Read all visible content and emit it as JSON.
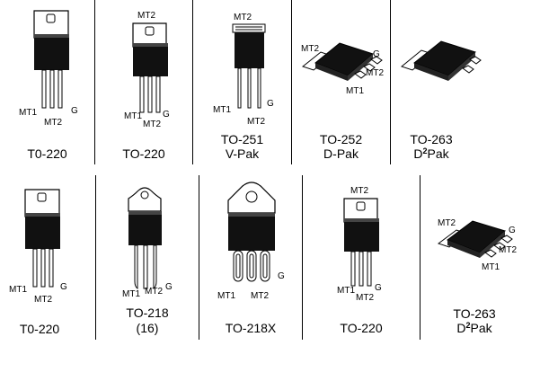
{
  "packages": [
    {
      "id": "p1",
      "name": "T0-220",
      "pins": {
        "mt1": "MT1",
        "mt2": "MT2",
        "g": "G"
      }
    },
    {
      "id": "p2",
      "name": "TO-220",
      "pins": {
        "top": "MT2",
        "mt1": "MT1",
        "mt2": "MT2",
        "g": "G"
      }
    },
    {
      "id": "p3",
      "name": "TO-251",
      "sub": "V-Pak",
      "pins": {
        "top": "MT2",
        "mt1": "MT1",
        "mt2": "MT2",
        "g": "G"
      }
    },
    {
      "id": "p4",
      "name": "TO-252",
      "sub": "D-Pak",
      "pins": {
        "mt2left": "MT2",
        "g": "G",
        "mt2right": "MT2",
        "mt1": "MT1"
      }
    },
    {
      "id": "p5",
      "name": "TO-263",
      "sub_prefix": "D",
      "sub_sup": "2",
      "sub_suffix": "Pak"
    },
    {
      "id": "p6",
      "name": "T0-220",
      "pins": {
        "mt1": "MT1",
        "mt2": "MT2",
        "g": "G"
      }
    },
    {
      "id": "p7",
      "name": "TO-218",
      "sub": "(16)",
      "pins": {
        "mt1": "MT1",
        "mt2": "MT2",
        "g": "G"
      }
    },
    {
      "id": "p8",
      "name": "TO-218X",
      "pins": {
        "mt1": "MT1",
        "mt2": "MT2",
        "g": "G"
      }
    },
    {
      "id": "p9",
      "name": "TO-220",
      "pins": {
        "top": "MT2",
        "mt1": "MT1",
        "mt2": "MT2",
        "g": "G"
      }
    },
    {
      "id": "p10",
      "name": "TO-263",
      "sub_prefix": "D",
      "sub_sup": "2",
      "sub_suffix": "Pak",
      "pins": {
        "mt2left": "MT2",
        "g": "G",
        "mt2right": "MT2",
        "mt1": "MT1"
      }
    }
  ]
}
